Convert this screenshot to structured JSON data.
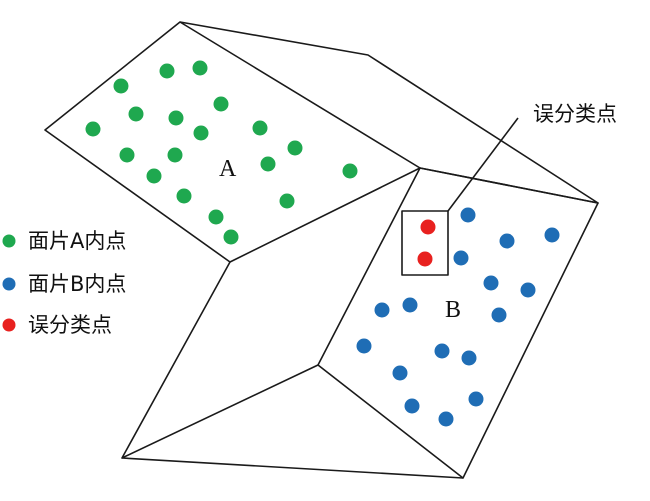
{
  "faces": {
    "a_label": "A",
    "b_label": "B"
  },
  "callout": {
    "label": "误分类点"
  },
  "legend": {
    "items": [
      {
        "label": "面片A内点",
        "color": "#1fa84f"
      },
      {
        "label": "面片B内点",
        "color": "#1f6db5"
      },
      {
        "label": "误分类点",
        "color": "#e8211f"
      }
    ]
  },
  "colors": {
    "face_a_point": "#1fa84f",
    "face_b_point": "#1f6db5",
    "misclassified_point": "#e8211f",
    "line": "#1a1a1a"
  }
}
